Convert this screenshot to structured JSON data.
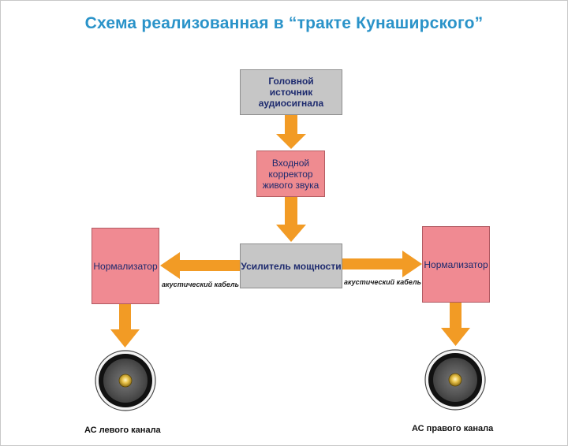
{
  "title": "Схема реализованная в “тракте Кунаширского”",
  "blocks": {
    "source": "Головной источник аудиосигнала",
    "corrector": "Входной корректор живого звука",
    "amplifier": "Усилитель мощности",
    "normalizer_left": "Нормализатор",
    "normalizer_right": "Нормализатор"
  },
  "cables": {
    "left": "акустический кабель",
    "right": "акустический кабель"
  },
  "speakers": {
    "left": "АС левого канала",
    "right": "АС правого канала"
  },
  "colors": {
    "title": "#2a93c9",
    "arrow": "#f29b25",
    "gray_block": "#c6c6c6",
    "pink_block": "#f08a92",
    "block_text": "#1d2a6e"
  }
}
